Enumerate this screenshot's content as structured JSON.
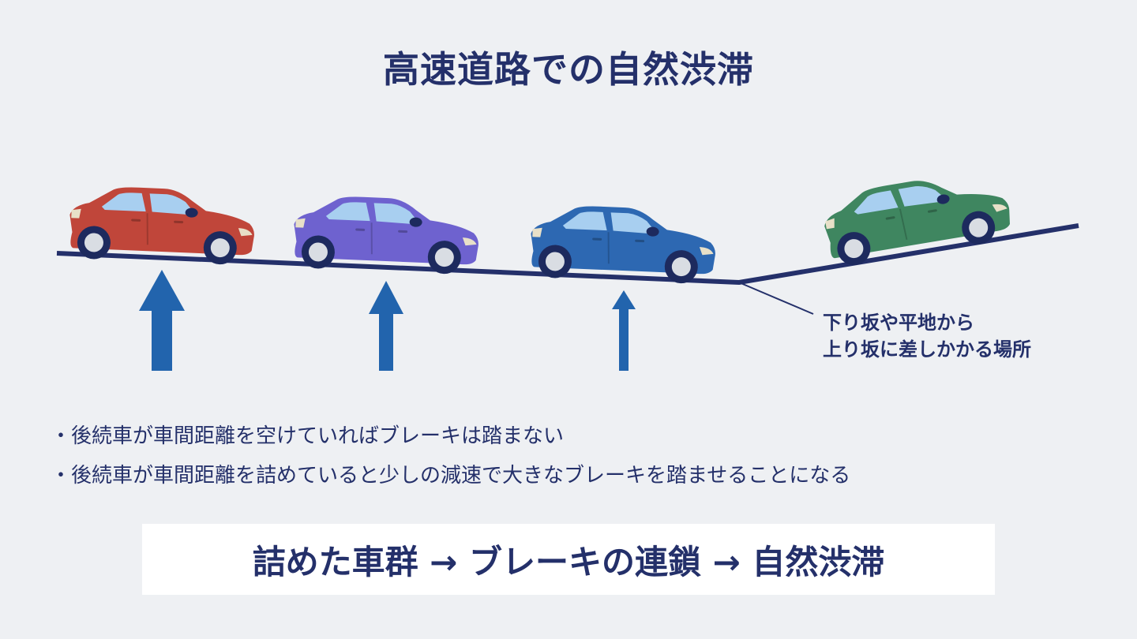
{
  "title": "高速道路での自然渋滞",
  "callout": {
    "line1": "下り坂や平地から",
    "line2": "上り坂に差しかかる場所"
  },
  "bullets": [
    "後続車が車間距離を空けていればブレーキは踏まない",
    "後続車が車間距離を詰めていると少しの減速で大きなブレーキを踏ませることになる"
  ],
  "bullet_marker": "・",
  "summary": "詰めた車群 → ブレーキの連鎖 → 自然渋滞",
  "colors": {
    "background": "#eef0f3",
    "text": "#24306a",
    "road": "#24306a",
    "arrow": "#2264ad",
    "car_red": "#c0463a",
    "car_purple": "#6e62cf",
    "car_blue": "#2d68b2",
    "car_green": "#3f8660"
  },
  "cars": [
    {
      "name": "red-car",
      "color": "car_red"
    },
    {
      "name": "purple-car",
      "color": "car_purple"
    },
    {
      "name": "blue-car",
      "color": "car_blue"
    },
    {
      "name": "green-car",
      "color": "car_green"
    }
  ],
  "arrows": [
    {
      "name": "brake-arrow-large",
      "strength": "large"
    },
    {
      "name": "brake-arrow-medium",
      "strength": "medium"
    },
    {
      "name": "brake-arrow-small",
      "strength": "small"
    }
  ]
}
